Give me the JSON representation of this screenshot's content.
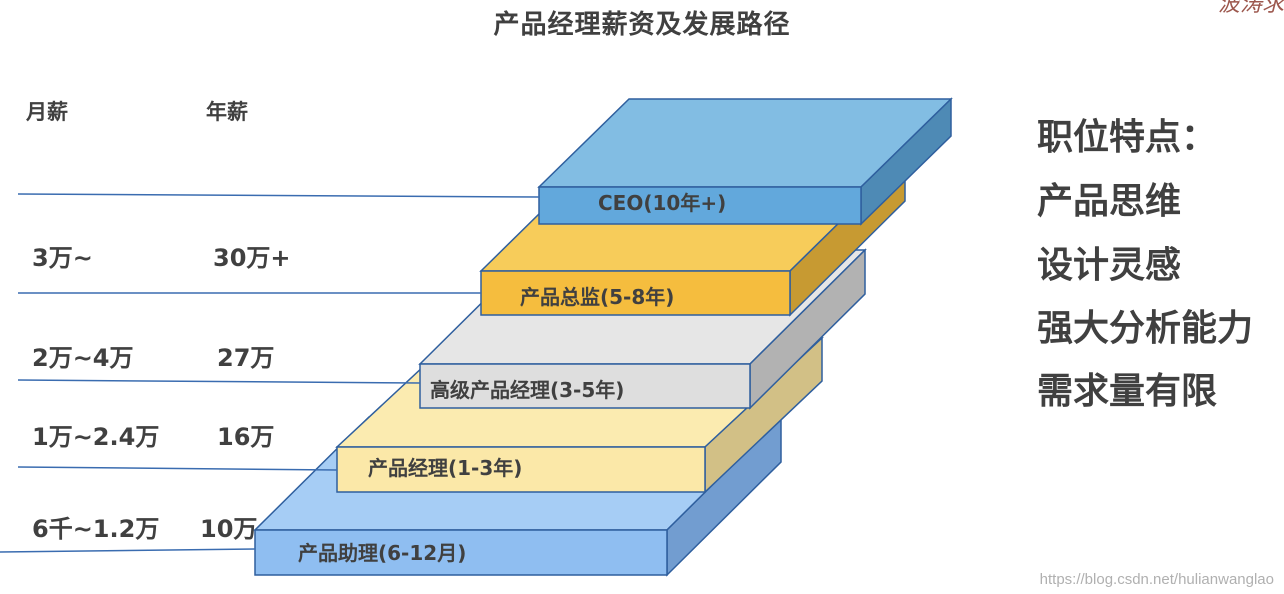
{
  "title": "产品经理薪资及发展路径",
  "corner_stamp": "波涛求",
  "columns": {
    "monthly": "月薪",
    "annual": "年薪"
  },
  "salaries": [
    {
      "monthly": "3万~",
      "annual": "30万+"
    },
    {
      "monthly": "2万~4万",
      "annual": "27万"
    },
    {
      "monthly": "1万~2.4万",
      "annual": "16万"
    },
    {
      "monthly": "6千~1.2万",
      "annual": "10万"
    }
  ],
  "levels": [
    {
      "label": "CEO(10年+)",
      "front": "#62a8dc",
      "top": "#82bde3",
      "side": "#4e8ab5"
    },
    {
      "label": "产品总监(5-8年)",
      "front": "#f5bd3e",
      "top": "#f7cc5a",
      "side": "#c79a32"
    },
    {
      "label": "高级产品经理(3-5年)",
      "front": "#dedede",
      "top": "#e6e6e6",
      "side": "#b2b2b2"
    },
    {
      "label": "产品经理(1-3年)",
      "front": "#fbe8a8",
      "top": "#fbebb0",
      "side": "#d2c086"
    },
    {
      "label": "产品助理(6-12月)",
      "front": "#8fbef1",
      "top": "#a6cdf5",
      "side": "#729dd0"
    }
  ],
  "features": {
    "title": "职位特点：",
    "items": [
      "产品思维",
      "设计灵感",
      "强大分析能力",
      "需求量有限"
    ]
  },
  "watermark": "https://blog.csdn.net/hulianwanglao"
}
